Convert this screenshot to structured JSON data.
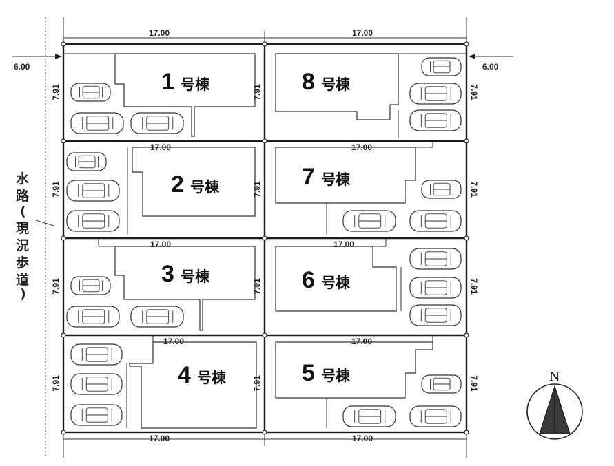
{
  "lots": [
    {
      "id": "lot-1",
      "number": "1",
      "suffix": "号棟",
      "depth": "7.91"
    },
    {
      "id": "lot-2",
      "number": "2",
      "suffix": "号棟",
      "depth": "7.91",
      "width": "17.00"
    },
    {
      "id": "lot-3",
      "number": "3",
      "suffix": "号棟",
      "depth": "7.91",
      "width": "17.00"
    },
    {
      "id": "lot-4",
      "number": "4",
      "suffix": "号棟",
      "depth": "7.91",
      "width": "17.00"
    },
    {
      "id": "lot-5",
      "number": "5",
      "suffix": "号棟",
      "depth": "7.91",
      "width": "17.00"
    },
    {
      "id": "lot-6",
      "number": "6",
      "suffix": "号棟",
      "depth": "7.91",
      "width": "17.00"
    },
    {
      "id": "lot-7",
      "number": "7",
      "suffix": "号棟",
      "depth": "7.91",
      "width": "17.00"
    },
    {
      "id": "lot-8",
      "number": "8",
      "suffix": "号棟",
      "depth": "7.91"
    }
  ],
  "dimensions": {
    "top_left": "17.00",
    "top_right": "17.00",
    "bottom_left": "17.00",
    "bottom_right": "17.00",
    "road_left": "6.00",
    "road_right": "6.00",
    "side_depth": "7.91"
  },
  "waterway_label": [
    "水",
    "路",
    "(",
    "現",
    "況",
    "歩",
    "道",
    ")"
  ],
  "north_label": "N",
  "colors": {
    "line": "#1a1a1a",
    "north_arrow": "#3a3a3a"
  }
}
